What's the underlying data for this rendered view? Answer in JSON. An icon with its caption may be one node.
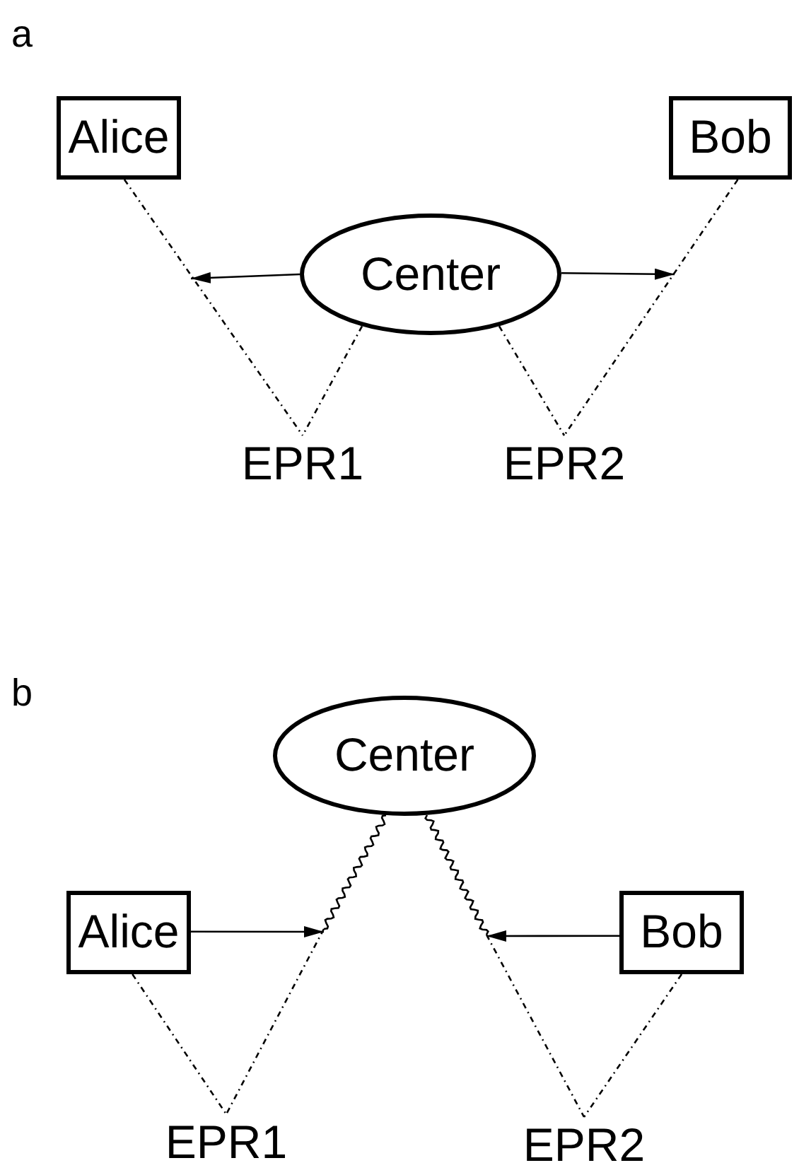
{
  "diagram": {
    "nodes": [
      {
        "text": [
          "Alice"
        ]
      },
      {
        "text": [
          "Bob"
        ]
      },
      {
        "text": [
          "Center"
        ]
      },
      {
        "text": [
          "EPR1"
        ]
      },
      {
        "text": [
          "EPR2"
        ]
      },
      {
        "text": [
          "Center"
        ]
      },
      {
        "text": [
          "Alice"
        ]
      },
      {
        "text": [
          "Bob"
        ]
      },
      {
        "text": [
          "EPR1"
        ]
      },
      {
        "text": [
          "EPR2"
        ]
      }
    ],
    "edges": [
      {
        "from": 2,
        "to": null,
        "arrow": "to"
      },
      {
        "from": 2,
        "to": null,
        "arrow": "to"
      },
      {
        "from": 0,
        "to": 3,
        "arrow": "none",
        "style": "dashed"
      },
      {
        "from": 2,
        "to": 3,
        "arrow": "none",
        "style": "dashed"
      },
      {
        "from": 2,
        "to": 4,
        "arrow": "none",
        "style": "dashed"
      },
      {
        "from": 1,
        "to": 4,
        "arrow": "none",
        "style": "dashed"
      },
      {
        "from": 5,
        "to": 8,
        "arrow": "none",
        "style": "dashed"
      },
      {
        "from": 5,
        "to": 9,
        "arrow": "none",
        "style": "dashed"
      },
      {
        "from": 6,
        "to": null,
        "arrow": "to"
      },
      {
        "from": 7,
        "to": null,
        "arrow": "to"
      },
      {
        "from": 6,
        "to": 8,
        "arrow": "none",
        "style": "dashed"
      },
      {
        "from": 7,
        "to": 9,
        "arrow": "none",
        "style": "dashed"
      }
    ],
    "labels": [
      "a",
      "b"
    ]
  }
}
